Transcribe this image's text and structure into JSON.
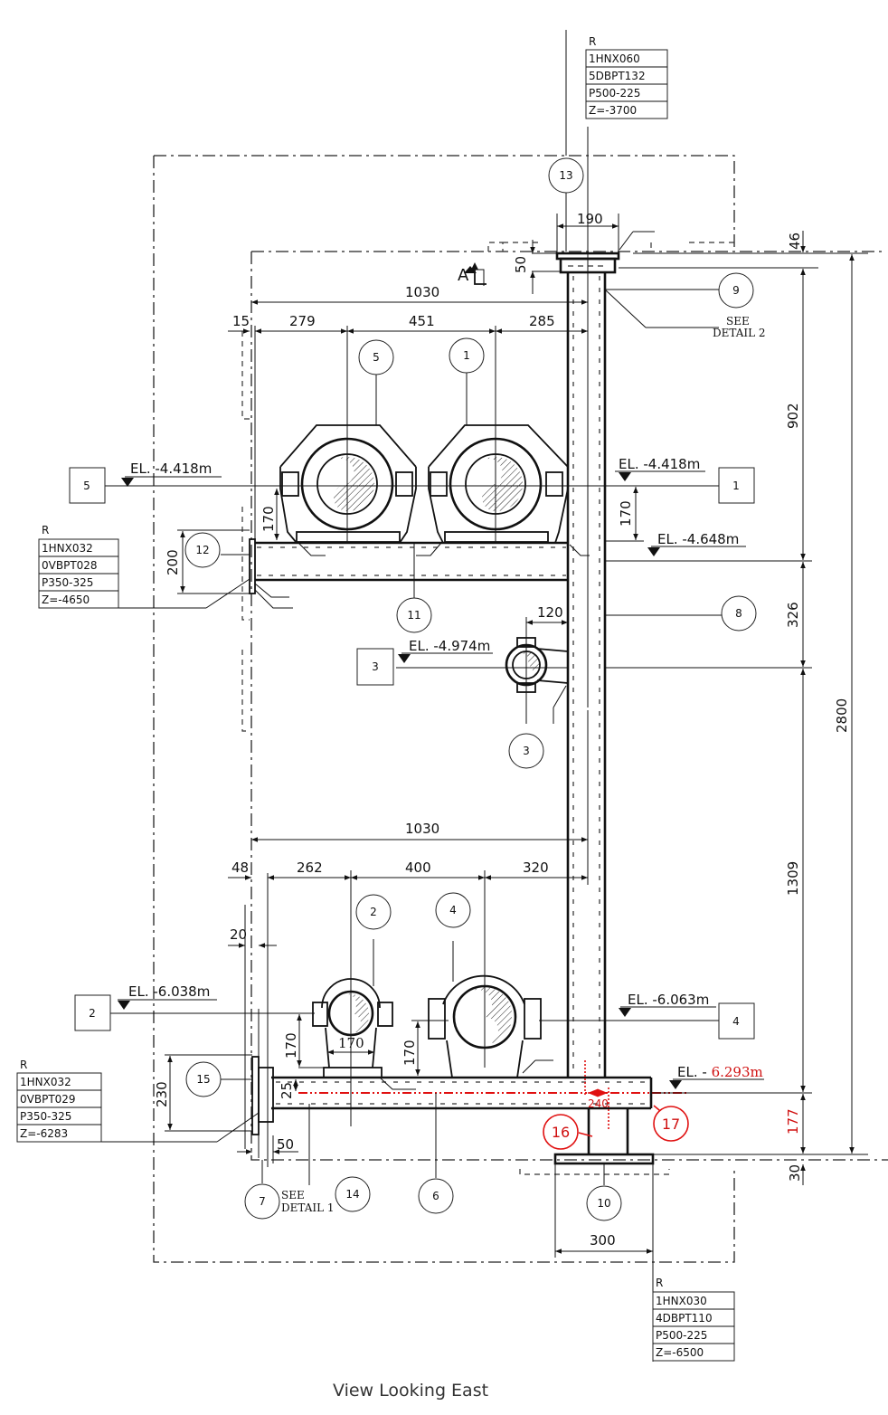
{
  "view_title": "View Looking East",
  "section_marker": "A",
  "colors": {
    "ink": "#111111",
    "markup_red": "#e01010"
  },
  "ref_tables": [
    {
      "id": "top",
      "header": "R",
      "rows": [
        "1HNX060",
        "5DBPT132",
        "P500-225",
        "Z=-3700"
      ]
    },
    {
      "id": "left-upper",
      "header": "R",
      "rows": [
        "1HNX032",
        "0VBPT028",
        "P350-325",
        "Z=-4650"
      ]
    },
    {
      "id": "left-lower",
      "header": "R",
      "rows": [
        "1HNX032",
        "0VBPT029",
        "P350-325",
        "Z=-6283"
      ]
    },
    {
      "id": "bottom",
      "header": "R",
      "rows": [
        "1HNX030",
        "4DBPT110",
        "P500-225",
        "Z=-6500"
      ]
    }
  ],
  "pipe_boxes": {
    "p5": "5",
    "p1": "1",
    "p3": "3",
    "p2": "2",
    "p4": "4"
  },
  "elevations": {
    "el_5": "EL. -4.418m",
    "el_1": "EL. -4.418m",
    "el_beam_top": "EL. -4.648m",
    "el_3": "EL. -4.974m",
    "el_2": "EL. -6.038m",
    "el_4": "EL. -6.063m",
    "el_17_prefix": "EL. - ",
    "el_17_value": "6.293m"
  },
  "balloons": {
    "b1": "1",
    "b2": "2",
    "b3": "3",
    "b4": "4",
    "b5": "5",
    "b6": "6",
    "b7": "7",
    "b8": "8",
    "b9": "9",
    "b10": "10",
    "b11": "11",
    "b12": "12",
    "b13": "13",
    "b14": "14",
    "b15": "15",
    "b16": "16",
    "b17": "17"
  },
  "notes": {
    "detail2_l1": "SEE",
    "detail2_l2": "DETAIL 2",
    "detail1_l1": "SEE",
    "detail1_l2": "DETAIL 1"
  },
  "dimensions": {
    "top_plate_width": "190",
    "top_plate_height": "50",
    "top_offset": "46",
    "upper_beam_length": "1030",
    "upper_left_gap": "15",
    "upper_spacing_1": "279",
    "upper_spacing_2": "451",
    "upper_spacing_3": "285",
    "upper_shoe_height_left": "170",
    "upper_shoe_height_right": "170",
    "upper_beam_depth": "200",
    "clamp3_offset": "120",
    "vert_902": "902",
    "vert_326": "326",
    "vert_1309": "1309",
    "vert_177": "177",
    "vert_30": "30",
    "overall_height": "2800",
    "lower_beam_length": "1030",
    "lower_left_gap": "48",
    "lower_spacing_1": "262",
    "lower_spacing_2": "400",
    "lower_spacing_3": "320",
    "lower_plate_gap": "20",
    "shoe2_height": "170",
    "shoe2_width": "170",
    "shoe4_height": "170",
    "lower_end_plate_height": "230",
    "lower_beam_offset": "25",
    "lower_end_width": "50",
    "red_offset": "240",
    "base_plate_width": "300"
  }
}
